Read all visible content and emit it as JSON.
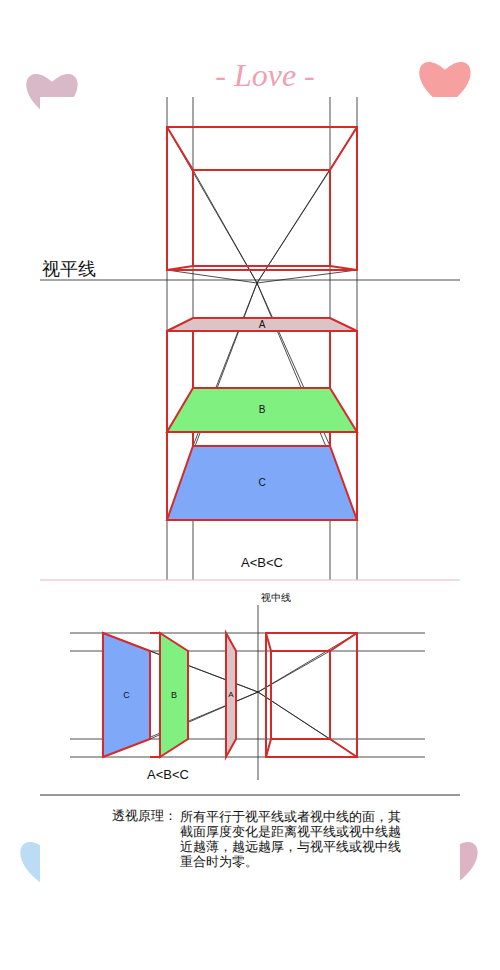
{
  "diagram": {
    "caption": "所有平行于视平线或者视中线的面，其截面厚度变化是距离视平线或视中线越近越薄，越远越厚，与视平线或视中线重合时为零。",
    "nodes": [
      {
        "text": [
          "A"
        ]
      },
      {
        "text": [
          "B"
        ]
      },
      {
        "text": [
          "C"
        ]
      },
      {
        "text": [
          "C"
        ]
      },
      {
        "text": [
          "B"
        ]
      },
      {
        "text": [
          "A"
        ]
      }
    ],
    "labels": [
      "- Love -",
      "视平线",
      "A<B<C",
      "视中线",
      "A<B<C",
      "透视原理："
    ]
  }
}
